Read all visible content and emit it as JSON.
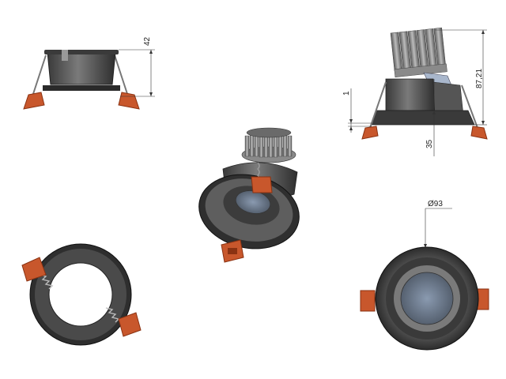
{
  "dimensions": {
    "height_label": "42",
    "total_height_label": "87,21",
    "flange_label": "1",
    "depth_label": "35",
    "diameter_label": "Ø93"
  },
  "colors": {
    "body": "#4a4a4a",
    "body_dark": "#2a2a2a",
    "body_light": "#7a7a7a",
    "clip": "#c8572c",
    "clip_dark": "#8a3212",
    "lens": "#6f7f93",
    "dim_line": "#333333"
  }
}
